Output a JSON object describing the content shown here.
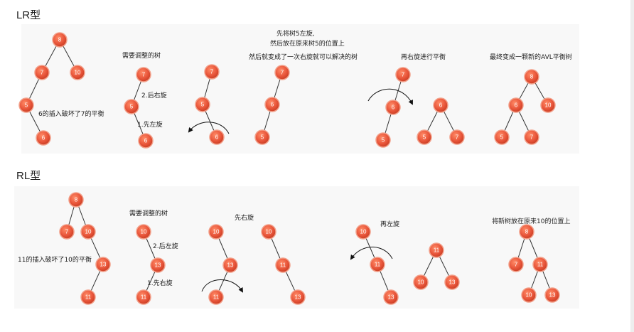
{
  "headings": {
    "lr": "LR型",
    "rl": "RL型"
  },
  "colors": {
    "node_fill": "#e8553a",
    "node_stroke": "#f2a08a",
    "edge": "#333333",
    "panel": "#f8f8f8"
  },
  "lr": {
    "annotations": [
      "6的插入破坏了7的平衡",
      "需要调整的树",
      "2.后右旋",
      "1.先左旋",
      "先将树5左旋,",
      "然后放在原来树5的位置上",
      "然后就变成了一次右旋就可以解决的树",
      "再右旋进行平衡",
      "最终变成一颗新的AVL平衡树"
    ],
    "trees": [
      {
        "nodes": [
          "8",
          "7",
          "10",
          "5",
          "6"
        ],
        "edges": [
          [
            0,
            1
          ],
          [
            0,
            2
          ],
          [
            1,
            3
          ],
          [
            3,
            4
          ]
        ]
      },
      {
        "nodes": [
          "7",
          "5",
          "6"
        ],
        "edges": [
          [
            0,
            1
          ],
          [
            1,
            2
          ]
        ]
      },
      {
        "nodes": [
          "7",
          "5",
          "6"
        ],
        "edges": [
          [
            0,
            1
          ],
          [
            1,
            2
          ]
        ]
      },
      {
        "nodes": [
          "7",
          "6",
          "5"
        ],
        "edges": [
          [
            0,
            1
          ],
          [
            1,
            2
          ]
        ]
      },
      {
        "nodes": [
          "7",
          "6",
          "5"
        ],
        "edges": [
          [
            0,
            1
          ],
          [
            1,
            2
          ]
        ]
      },
      {
        "nodes": [
          "6",
          "5",
          "7"
        ],
        "edges": [
          [
            0,
            1
          ],
          [
            0,
            2
          ]
        ]
      },
      {
        "nodes": [
          "8",
          "6",
          "10",
          "5",
          "7"
        ],
        "edges": [
          [
            0,
            1
          ],
          [
            0,
            2
          ],
          [
            1,
            3
          ],
          [
            1,
            4
          ]
        ]
      }
    ]
  },
  "rl": {
    "annotations": [
      "11的插入破坏了10的平衡",
      "需要调整的树",
      "2.后左旋",
      "1.先右旋",
      "先右旋",
      "再左旋",
      "将新树放在原来10的位置上"
    ],
    "trees": [
      {
        "nodes": [
          "8",
          "7",
          "10",
          "13",
          "11"
        ],
        "edges": [
          [
            0,
            1
          ],
          [
            0,
            2
          ],
          [
            2,
            3
          ],
          [
            3,
            4
          ]
        ]
      },
      {
        "nodes": [
          "10",
          "13",
          "11"
        ],
        "edges": [
          [
            0,
            1
          ],
          [
            1,
            2
          ]
        ]
      },
      {
        "nodes": [
          "10",
          "13",
          "11"
        ],
        "edges": [
          [
            0,
            1
          ],
          [
            1,
            2
          ]
        ]
      },
      {
        "nodes": [
          "10",
          "11",
          "13"
        ],
        "edges": [
          [
            0,
            1
          ],
          [
            1,
            2
          ]
        ]
      },
      {
        "nodes": [
          "10",
          "11",
          "13"
        ],
        "edges": [
          [
            0,
            1
          ],
          [
            1,
            2
          ]
        ]
      },
      {
        "nodes": [
          "11",
          "10",
          "13"
        ],
        "edges": [
          [
            0,
            1
          ],
          [
            0,
            2
          ]
        ]
      },
      {
        "nodes": [
          "8",
          "7",
          "11",
          "10",
          "13"
        ],
        "edges": [
          [
            0,
            1
          ],
          [
            0,
            2
          ],
          [
            2,
            3
          ],
          [
            2,
            4
          ]
        ]
      }
    ]
  }
}
